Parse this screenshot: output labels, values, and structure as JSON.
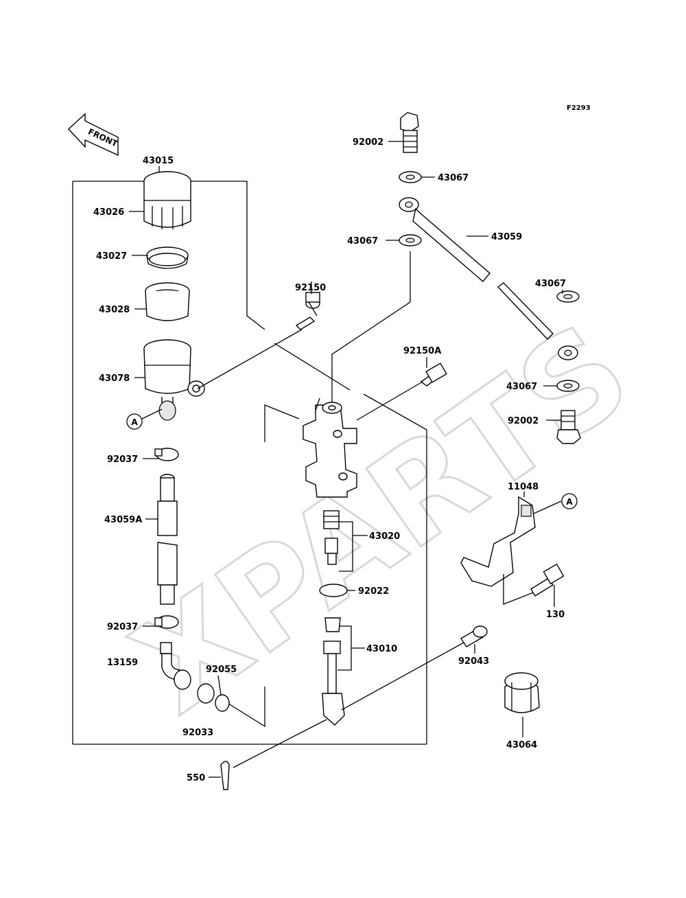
{
  "figure_code": "F2293",
  "watermark": "XPARTS",
  "front_label": "FRONT",
  "ref_marker": "A",
  "part_labels": {
    "p43015": "43015",
    "p43026": "43026",
    "p43027": "43027",
    "p43028": "43028",
    "p43078": "43078",
    "p92150": "92150",
    "p92037a": "92037",
    "p43059A": "43059A",
    "p92037b": "92037",
    "p13159": "13159",
    "p92055": "92055",
    "p92033": "92033",
    "p550": "550",
    "p92002a": "92002",
    "p43067a": "43067",
    "p43067b": "43067",
    "p43059": "43059",
    "p43067c": "43067",
    "p43067d": "43067",
    "p92002b": "92002",
    "p92150A": "92150A",
    "p43020": "43020",
    "p92022": "92022",
    "p43010": "43010",
    "p92043": "92043",
    "p11048": "11048",
    "p130": "130",
    "p43064": "43064"
  }
}
